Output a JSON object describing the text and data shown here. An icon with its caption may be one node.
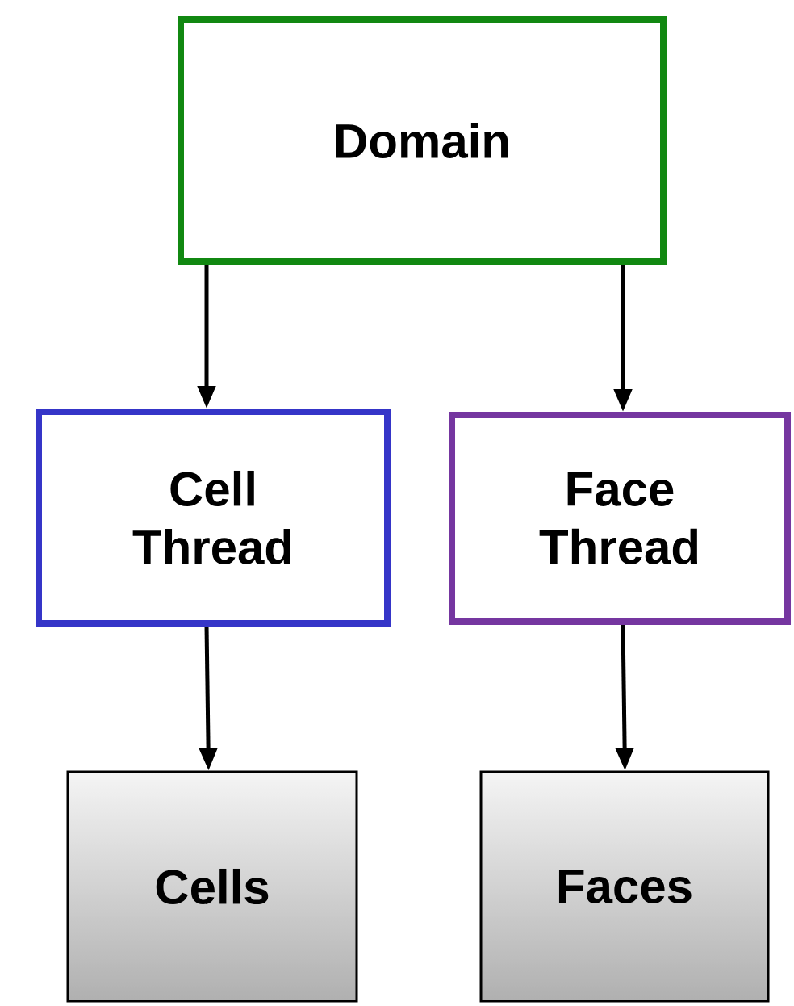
{
  "diagram": {
    "nodes": [
      {
        "text": [
          "Domain"
        ]
      },
      {
        "text": [
          "Cell Thread"
        ]
      },
      {
        "text": [
          "Face Thread"
        ]
      },
      {
        "text": [
          "Cells"
        ]
      },
      {
        "text": [
          "Faces"
        ]
      }
    ],
    "edges": [
      {
        "from": 0,
        "to": 1,
        "arrow": "to"
      },
      {
        "from": 0,
        "to": 2,
        "arrow": "to"
      },
      {
        "from": 1,
        "to": 3,
        "arrow": "to"
      },
      {
        "from": 2,
        "to": 4,
        "arrow": "to"
      }
    ]
  }
}
